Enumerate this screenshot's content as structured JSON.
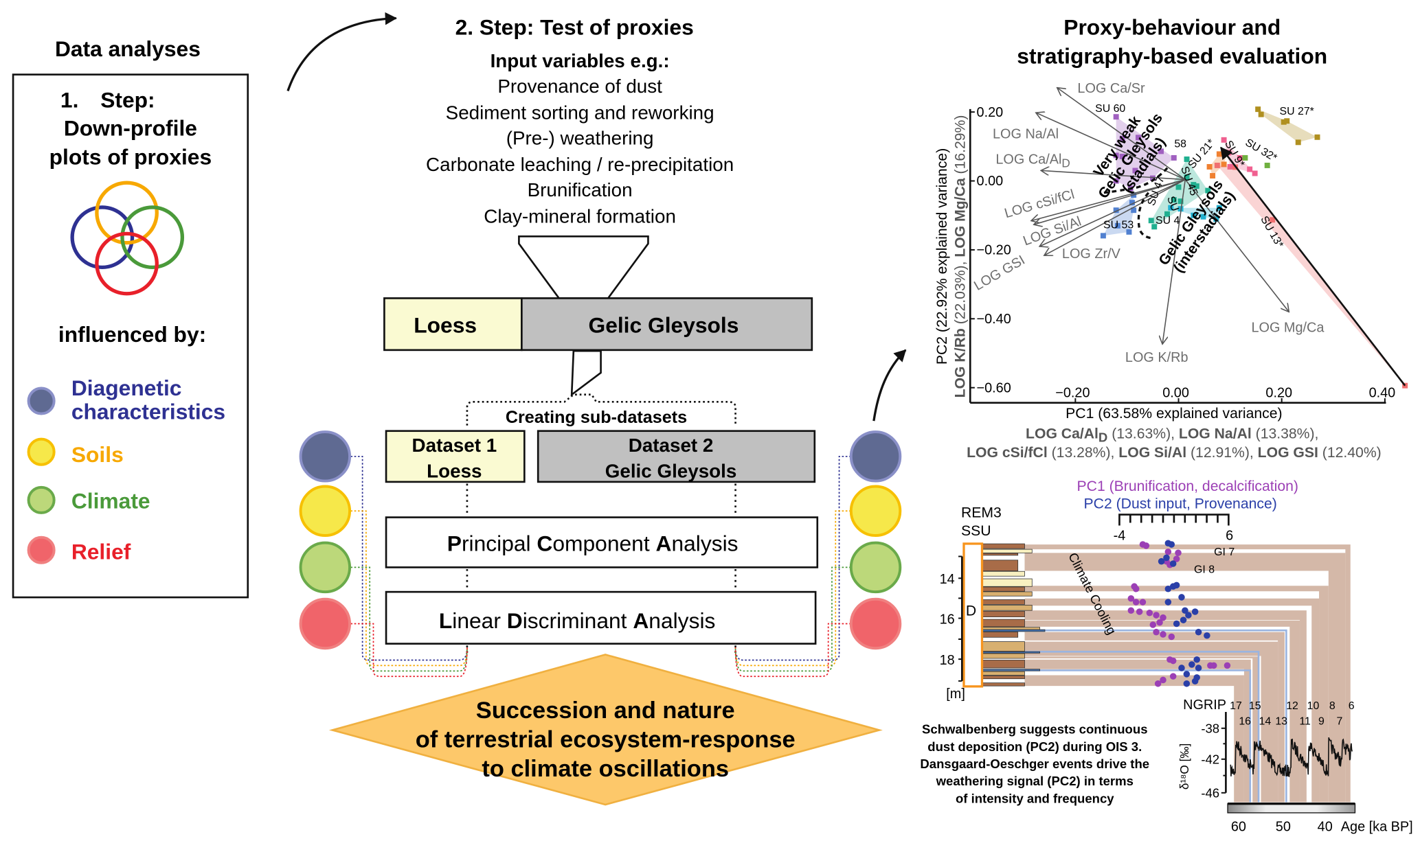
{
  "left": {
    "title": "Data analyses",
    "step_number": "1.",
    "step_label": "Step:",
    "step_line2": "Down-profile",
    "step_line3": "plots of proxies",
    "influenced_by": "influenced by:",
    "legend": [
      {
        "label1": "Diagenetic",
        "label2": "characteristics",
        "color": "#2e3192",
        "fill": "#5f6a92"
      },
      {
        "label1": "Soils",
        "color": "#f7a800",
        "fill": "#f6e84a"
      },
      {
        "label1": "Climate",
        "color": "#4a9a3a",
        "fill": "#bcd87a"
      },
      {
        "label1": "Relief",
        "color": "#e8202a",
        "fill": "#f0646a"
      }
    ]
  },
  "middle": {
    "title": "2. Step: Test of proxies",
    "input_title": "Input variables e.g.:",
    "inputs": [
      "Provenance of dust",
      "Sediment sorting and reworking",
      "(Pre-) weathering",
      "Carbonate leaching / re-precipitation",
      "Brunification",
      "Clay-mineral formation"
    ],
    "loess": "Loess",
    "gleysols": "Gelic Gleysols",
    "creating": "Creating sub-datasets",
    "dataset1": [
      "Dataset 1",
      "Loess"
    ],
    "dataset2": [
      "Dataset 2",
      "Gelic Gleysols"
    ],
    "pca": [
      {
        "text": "P"
      },
      {
        "text": "rincipal "
      },
      {
        "text": "C"
      },
      {
        "text": "omponent "
      },
      {
        "text": "A"
      },
      {
        "text": "nalysis"
      }
    ],
    "lda": [
      {
        "text": "L"
      },
      {
        "text": "inear "
      },
      {
        "text": "D"
      },
      {
        "text": "iscriminant "
      },
      {
        "text": "A"
      },
      {
        "text": "nalysis"
      }
    ],
    "result": [
      "Succession and nature",
      "of terrestrial ecosystem-response",
      "to climate oscillations"
    ],
    "result_color": "#fdc86a"
  },
  "right": {
    "title1": "Proxy-behaviour and",
    "title2": "stratigraphy-based evaluation",
    "biplot": {
      "y_label1": "PC2 (22.92% explained variance)",
      "y_label2_bold1": "LOG K/Rb",
      "y_label2_normal1": " (22.03%), ",
      "y_label2_bold2": "LOG Mg/Ca",
      "y_label2_normal2": " (16.29%)",
      "x_label": "PC1 (63.58% explained variance)",
      "x_sub1": [
        {
          "b": "LOG Ca/Al",
          "sub": "D",
          "n": " (13.63%), "
        },
        {
          "b": "LOG Na/Al",
          "n": " (13.38%),"
        }
      ],
      "x_sub2": [
        {
          "b": "LOG cSi/fCl",
          "n": " (13.28%), "
        },
        {
          "b": "LOG Si/Al",
          "n": " (12.91%), "
        },
        {
          "b": "LOG GSI",
          "n": " (12.40%)"
        }
      ],
      "x_ticks": [
        "−0.20",
        "0.00",
        "0.20",
        "0.40"
      ],
      "x_tick_values": [
        -0.2,
        0,
        0.2,
        0.4
      ],
      "y_ticks": [
        "0.20",
        "0.00",
        "−0.20",
        "−0.40",
        "−0.60"
      ],
      "y_tick_values": [
        0.2,
        0,
        -0.2,
        -0.4,
        -0.6
      ],
      "loadings": [
        {
          "label": "LOG Ca/Sr",
          "x": -0.234,
          "y": 0.269
        },
        {
          "label": "LOG Na/Al",
          "x": -0.275,
          "y": 0.197
        },
        {
          "label": "LOG Ca/Al",
          "sub": "D",
          "x": -0.265,
          "y": 0.03
        },
        {
          "label": "LOG cSi/fCl",
          "x": -0.284,
          "y": -0.115
        },
        {
          "label": "LOG Si/Al",
          "x": -0.279,
          "y": -0.126
        },
        {
          "label": "LOG GSI",
          "x": -0.268,
          "y": -0.189
        },
        {
          "label": "LOG Zr/V",
          "x": -0.259,
          "y": -0.215
        },
        {
          "label": "LOG K/Rb",
          "x": -0.031,
          "y": -0.471
        },
        {
          "label": "LOG Mg/Ca",
          "x": 0.213,
          "y": -0.378
        }
      ],
      "groups": [
        {
          "label": "SU 60",
          "color": "#a060c0",
          "points": [
            [
              -0.121,
              0.186
            ],
            [
              -0.109,
              0.123
            ],
            [
              -0.121,
              0.074
            ],
            [
              -0.109,
              0.071
            ],
            [
              -0.121,
              0.0
            ],
            [
              -0.093,
              -0.022
            ],
            [
              -0.05,
              0.008
            ],
            [
              -0.034,
              0.086
            ],
            [
              -0.009,
              0.067
            ],
            [
              -0.078,
              0.126
            ],
            [
              -0.084,
              0.03
            ]
          ]
        },
        {
          "label": "SU 53",
          "color": "#5080d0",
          "points": [
            [
              -0.146,
              -0.159
            ],
            [
              -0.121,
              -0.085
            ],
            [
              -0.118,
              -0.13
            ],
            [
              -0.096,
              -0.148
            ],
            [
              -0.087,
              -0.085
            ],
            [
              -0.087,
              -0.041
            ],
            [
              -0.09,
              -0.063
            ]
          ]
        },
        {
          "label": "SU 47",
          "color": "#20b090",
          "points": [
            [
              0.016,
              0.063
            ],
            [
              0.016,
              0.011
            ],
            [
              0.0,
              -0.018
            ],
            [
              -0.009,
              -0.055
            ],
            [
              -0.053,
              -0.115
            ],
            [
              -0.047,
              -0.133
            ],
            [
              -0.022,
              -0.096
            ],
            [
              0.004,
              -0.059
            ],
            [
              0.035,
              -0.015
            ],
            [
              0.057,
              -0.028
            ],
            [
              0.029,
              -0.011
            ]
          ]
        },
        {
          "label": "SU 4",
          "color": "#20b0d0",
          "points": [
            [
              -0.015,
              -0.078
            ],
            [
              0.004,
              -0.081
            ],
            [
              0.048,
              -0.104
            ],
            [
              0.079,
              -0.078
            ],
            [
              0.073,
              -0.111
            ],
            [
              0.029,
              -0.1
            ]
          ]
        },
        {
          "label": "SU 21*",
          "color": "#f08030",
          "points": [
            [
              0.06,
              0.041
            ],
            [
              0.066,
              0.015
            ],
            [
              0.079,
              0.078
            ],
            [
              0.088,
              0.048
            ],
            [
              0.094,
              0.082
            ]
          ]
        },
        {
          "label": "SU 9*",
          "color": "#f06090",
          "points": [
            [
              0.088,
              0.119
            ],
            [
              0.097,
              0.082
            ],
            [
              0.119,
              0.067
            ],
            [
              0.138,
              0.034
            ],
            [
              0.148,
              0.022
            ],
            [
              0.1,
              0.041
            ]
          ]
        },
        {
          "label": "SU 32*",
          "color": "#70b040",
          "points": [
            [
              0.129,
              0.067
            ],
            [
              0.172,
              0.045
            ]
          ]
        },
        {
          "label": "SU 13*",
          "color": "#f07070",
          "points": [
            [
              0.439,
              -0.594
            ],
            [
              0.182,
              -0.113
            ],
            [
              0.075,
              0.045
            ],
            [
              0.11,
              0.04
            ]
          ]
        },
        {
          "label": "SU 27*",
          "color": "#b09020",
          "points": [
            [
              0.154,
              0.208
            ],
            [
              0.16,
              0.193
            ],
            [
              0.204,
              0.171
            ],
            [
              0.21,
              0.174
            ],
            [
              0.232,
              0.112
            ],
            [
              0.269,
              0.127
            ]
          ]
        }
      ],
      "extra_labels": {
        "su58": "58",
        "su45": "SU 45",
        "su_mid": "SU",
        "su4": "SU 4"
      },
      "stadials": [
        "Very weak",
        "Gelic Gleysols",
        "(stadials)"
      ],
      "interstadials": [
        "Gelic Gleysols",
        "(interstadials)"
      ]
    },
    "profile": {
      "pc1_label": "PC1 (Brunification, decalcification)",
      "pc2_label": "PC2 (Dust input, Provenance)",
      "pc1_color": "#9b3fb5",
      "pc2_color": "#2a3fa8",
      "rem3": "REM3",
      "ssu": "SSU",
      "unit": "D",
      "depth_unit": "[m]",
      "depth_ticks": [
        "14",
        "16",
        "18"
      ],
      "scale_min": "-4",
      "scale_max": "6",
      "climate_cooling": "Climate Cooling",
      "gi7": "GI 7",
      "gi8": "GI 8",
      "pc1_points": [
        [
          -1.85,
          12.35
        ],
        [
          -1.54,
          12.41
        ],
        [
          0.46,
          12.71
        ],
        [
          1.38,
          12.76
        ],
        [
          0.62,
          13.35
        ],
        [
          0.31,
          13.18
        ],
        [
          1.23,
          13.06
        ],
        [
          -2.62,
          14.41
        ],
        [
          -2.46,
          14.53
        ],
        [
          -2.92,
          15.0
        ],
        [
          -2.46,
          15.18
        ],
        [
          -1.85,
          15.18
        ],
        [
          -2.92,
          15.59
        ],
        [
          -2.15,
          15.65
        ],
        [
          -1.23,
          15.71
        ],
        [
          -0.62,
          15.82
        ],
        [
          0,
          15.94
        ],
        [
          -0.31,
          16.18
        ],
        [
          -0.92,
          16.29
        ],
        [
          -0.62,
          16.65
        ],
        [
          0,
          16.76
        ],
        [
          0.77,
          16.88
        ],
        [
          0.62,
          18.0
        ],
        [
          0.92,
          18.06
        ],
        [
          4.31,
          18.29
        ],
        [
          4.62,
          18.29
        ],
        [
          5.85,
          18.29
        ],
        [
          -0.46,
          19.18
        ],
        [
          0,
          19.0
        ],
        [
          0.92,
          18.82
        ]
      ],
      "pc2_points": [
        [
          0.46,
          12.29
        ],
        [
          0.77,
          12.35
        ],
        [
          0.31,
          13.0
        ],
        [
          -0.15,
          13.18
        ],
        [
          0.92,
          13.29
        ],
        [
          0.92,
          14.41
        ],
        [
          1.23,
          14.35
        ],
        [
          0.46,
          14.53
        ],
        [
          1.69,
          14.94
        ],
        [
          0.46,
          15.18
        ],
        [
          2.0,
          15.59
        ],
        [
          2.92,
          15.65
        ],
        [
          2.31,
          15.82
        ],
        [
          1.85,
          16.06
        ],
        [
          1.23,
          16.24
        ],
        [
          3.23,
          16.65
        ],
        [
          4.0,
          16.82
        ],
        [
          3.08,
          18.0
        ],
        [
          2.62,
          18.24
        ],
        [
          1.69,
          18.41
        ],
        [
          3.23,
          18.41
        ],
        [
          2.15,
          18.71
        ],
        [
          3.08,
          18.88
        ],
        [
          2.15,
          19.18
        ],
        [
          2.92,
          19.06
        ]
      ]
    },
    "ngrip": {
      "title": "NGRIP",
      "events": [
        "17",
        "16",
        "15",
        "14",
        "13",
        "12",
        "11",
        "10",
        "9",
        "8",
        "7",
        "6"
      ],
      "y_ticks": [
        "-38",
        "-42",
        "-46"
      ],
      "y_label": "δ¹⁸O [‰]",
      "x_ticks": [
        "60",
        "50",
        "40"
      ],
      "x_label": "Age [ka BP]"
    },
    "caption": [
      "Schwalbenberg suggests continuous",
      "dust deposition (PC2) during OIS 3.",
      "Dansgaard-Oeschger events drive the",
      "weathering signal (PC2) in terms",
      "of intensity and frequency"
    ]
  }
}
